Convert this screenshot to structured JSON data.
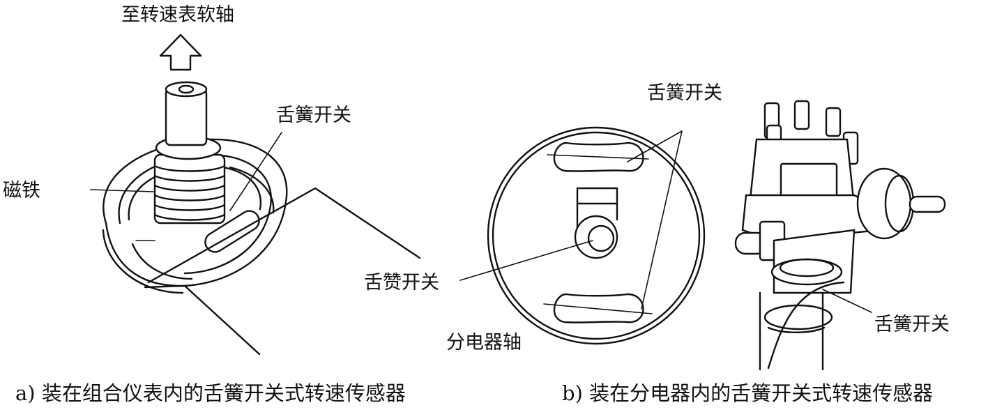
{
  "panel_a": {
    "arrow_label": "至转速表软轴",
    "reed_label": "舌簧开关",
    "magnet_label": "磁铁",
    "caption": "a) 装在组合仪表内的舌簧开关式转速传感器"
  },
  "panel_b": {
    "reed_label_top": "舌簧开关",
    "reed_label_middle": "舌赞开关",
    "shaft_label": "分电器轴",
    "reed_label_right": "舌簧开关",
    "caption": "b) 装在分电器内的舌簧开关式转速传感器"
  }
}
